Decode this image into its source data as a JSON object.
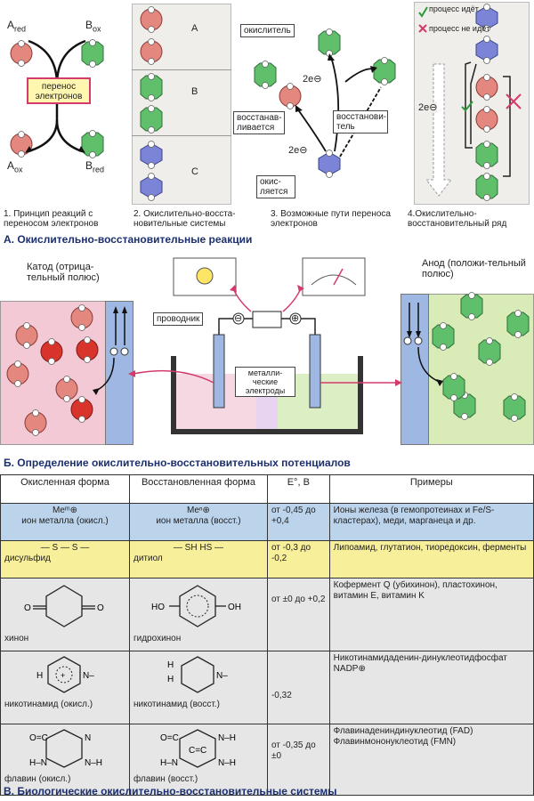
{
  "section_a": {
    "title": "А. Окислительно-восстановительные реакции",
    "panel1": {
      "a_red": "A",
      "a_red_sub": "red",
      "b_ox": "B",
      "b_ox_sub": "ox",
      "a_ox": "A",
      "a_ox_sub": "ox",
      "b_red": "B",
      "b_red_sub": "red",
      "transfer_label": "перенос электронов",
      "caption": "1. Принцип реакций с переносом электронов"
    },
    "panel2": {
      "labels": [
        "A",
        "B",
        "C"
      ],
      "caption": "2. Окислительно-восста-новительные системы"
    },
    "panel3": {
      "oxidant": "окислитель",
      "reduced": "восстанав-ливается",
      "reductant": "восстанови-тель",
      "oxidized": "окис-ляется",
      "e1": "2e",
      "e2": "2e",
      "caption": "3. Возможные пути переноса электронов"
    },
    "panel4": {
      "legend_yes": "процесс идёт",
      "legend_no": "процесс не идёт",
      "e": "2e",
      "caption": "4.Окислительно-восстановительный ряд"
    }
  },
  "section_b": {
    "title": "Б. Определение окислительно-восстановительных потенциалов",
    "cathode": "Катод (отрица-тельный полюс)",
    "anode": "Анод (положи-тельный полюс)",
    "conductor": "проводник",
    "electrodes": "металли-ческие электроды",
    "minus": "⊖",
    "plus": "⊕"
  },
  "section_c": {
    "title": "В. Биологические окислительно-восстановительные системы",
    "headers": {
      "oxidized": "Окисленная форма",
      "reduced": "Восстановленная форма",
      "potential": "E°, В",
      "examples": "Примеры"
    },
    "rows": [
      {
        "ox_top": "Meᵐ⊕",
        "ox": "ион металла (окисл.)",
        "red_top": "Meⁿ⊕",
        "red": "ион металла (восст.)",
        "potential": "от -0,45 до +0,4",
        "examples": "Ионы железа (в гемопротеинах и Fe/S-кластерах), меди, марганеца и др."
      },
      {
        "ox_top": "— S — S —",
        "ox": "дисульфид",
        "red_top": "— SH    HS —",
        "red": "дитиол",
        "potential": "от -0,3 до -0,2",
        "examples": "Липоамид, глутатион, тиоредоксин, ферменты"
      },
      {
        "ox": "хинон",
        "red": "гидрохинон",
        "potential": "от ±0 до +0,2",
        "examples": "Кофермент Q (убихинон), пластохинон, витамин E, витамин K"
      },
      {
        "ox": "никотинамид (окисл.)",
        "red": "никотинамид (восст.)",
        "potential": "-0,32",
        "examples": "Никотинамидаденин-динуклеотидфосфат NADP⊕"
      },
      {
        "ox": "флавин (окисл.)",
        "red": "флавин (восст.)",
        "potential": "от -0,35 до ±0",
        "examples": "Флавинадениндинуклеотид (FAD) Флавинмононуклеотид (FMN)"
      }
    ]
  },
  "colors": {
    "red_mol": "#e4877f",
    "green_mol": "#5fbf6b",
    "blue_mol": "#7b84d6",
    "title_blue": "#1c2f6e",
    "accent_pink": "#d43a6a"
  }
}
